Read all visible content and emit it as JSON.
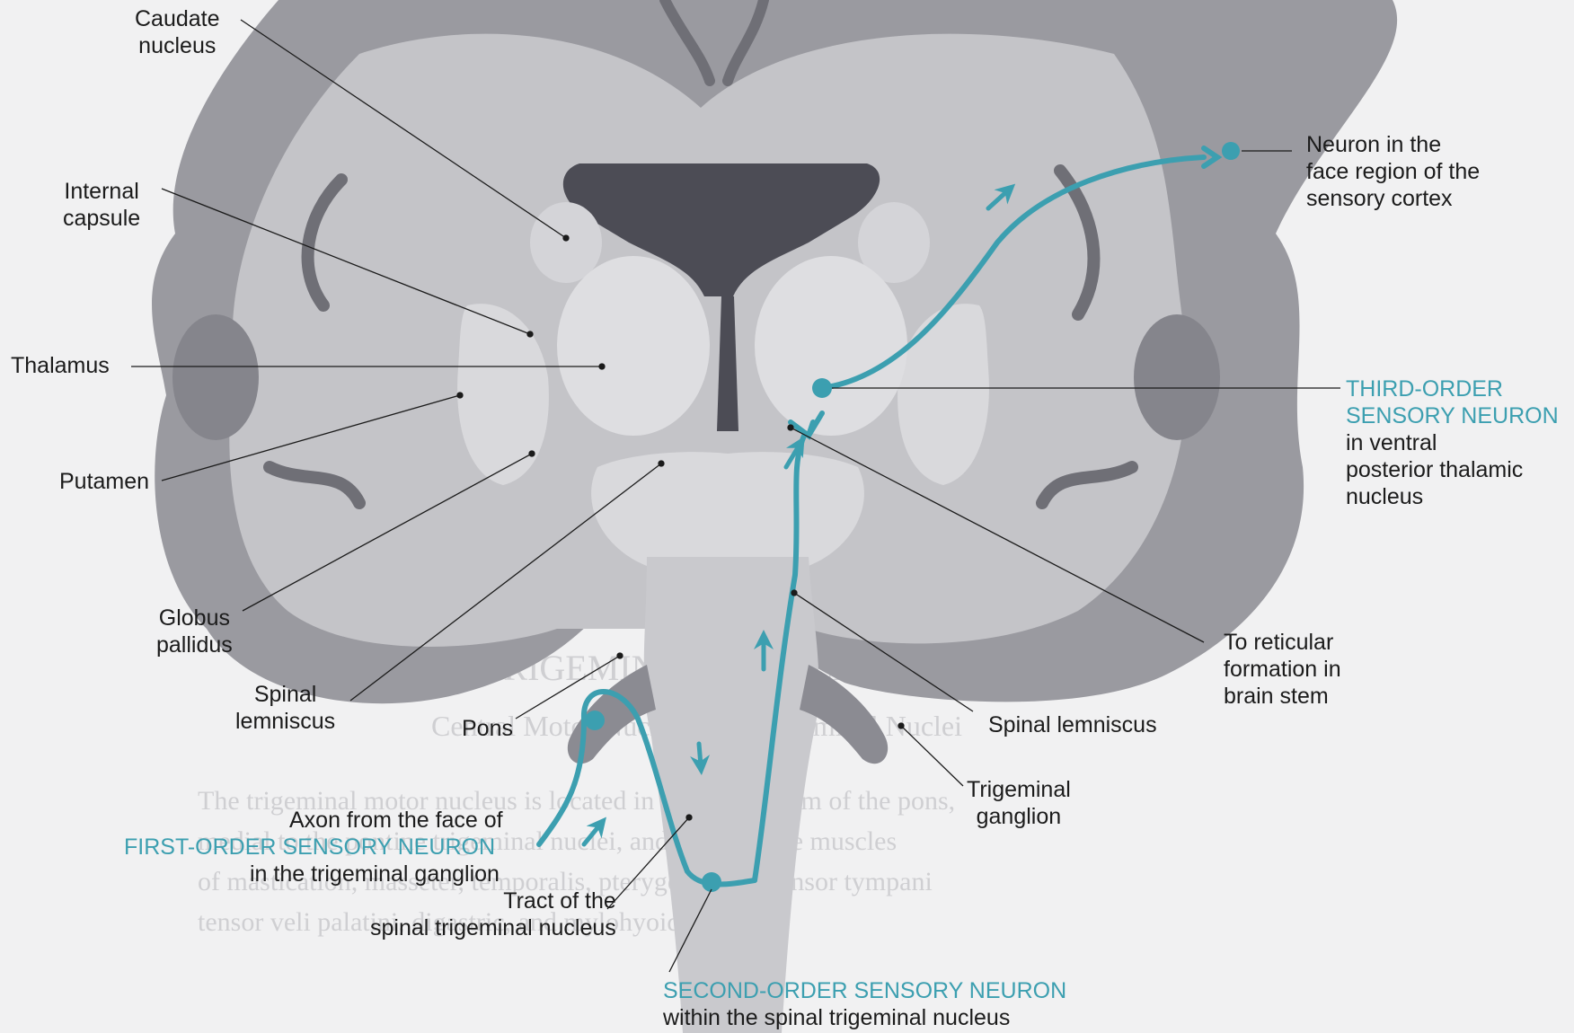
{
  "labels": {
    "caudate_nucleus": [
      "Caudate",
      "nucleus"
    ],
    "internal_capsule": [
      "Internal",
      "capsule"
    ],
    "thalamus": [
      "Thalamus"
    ],
    "putamen": [
      "Putamen"
    ],
    "globus_pallidus": [
      "Globus",
      "pallidus"
    ],
    "spinal_lemniscus_left": [
      "Spinal",
      "lemniscus"
    ],
    "pons": [
      "Pons"
    ],
    "axon_from_face": [
      "Axon from the face of"
    ],
    "first_order_neuron": [
      "FIRST-ORDER SENSORY NEURON"
    ],
    "trigeminal_ganglion_location": [
      "in the trigeminal ganglion"
    ],
    "tract_spinal_trigeminal": [
      "Tract of the",
      "spinal trigeminal nucleus"
    ],
    "second_order_neuron": [
      "SECOND-ORDER SENSORY NEURON"
    ],
    "second_order_location": [
      "within the spinal trigeminal nucleus"
    ],
    "neuron_face_cortex": [
      "Neuron in the",
      "face region of the",
      "sensory cortex"
    ],
    "third_order_neuron": [
      "THIRD-ORDER",
      "SENSORY NEURON"
    ],
    "third_order_location": [
      "in ventral",
      "posterior thalamic",
      "nucleus"
    ],
    "to_reticular_formation": [
      "To reticular",
      "formation in",
      "brain stem"
    ],
    "spinal_lemniscus_right": [
      "Spinal lemniscus"
    ],
    "trigeminal_ganglion": [
      "Trigeminal",
      "ganglion"
    ]
  },
  "colors": {
    "pathway": "#3c9fb0",
    "label_text": "#1b1b1b",
    "highlight_label": "#3c9fb0"
  },
  "icons": [
    "arrow-icon"
  ]
}
